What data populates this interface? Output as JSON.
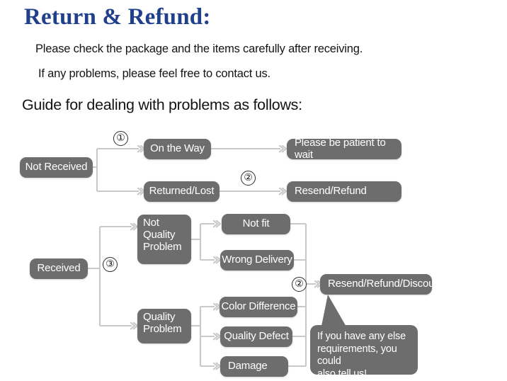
{
  "header": {
    "title": "Return & Refund:",
    "title_color": "#21408c",
    "line1": "Please check the package and the items carefully after receiving.",
    "line2": "If any problems, please feel free to contact us.",
    "guide": "Guide for dealing with problems as follows:"
  },
  "theme": {
    "node_fill": "#6d6d6d",
    "node_text": "#ffffff",
    "connector": "#c9c9c9",
    "page_bg": "#ffffff"
  },
  "flow": {
    "nodes": {
      "not_received": "Not Received",
      "on_the_way": "On the Way",
      "returned_lost": "Returned/Lost",
      "please_wait": "Please be patient to wait",
      "resend_refund": "Resend/Refund",
      "received": "Received",
      "not_quality_problem_l1": "Not",
      "not_quality_problem_l2": "Quality",
      "not_quality_problem_l3": "Problem",
      "quality_problem_l1": "Quality",
      "quality_problem_l2": "Problem",
      "not_fit": "Not fit",
      "wrong_delivery": "Wrong Delivery",
      "color_difference": "Color Difference",
      "quality_defect": "Quality Defect",
      "damage": "Damage",
      "resend_refund_discount": "Resend/Refund/Discount"
    },
    "markers": {
      "m1": "①",
      "m2_top": "②",
      "m3": "③",
      "m2_bottom": "②"
    },
    "bubble": {
      "line1": "If you have any else",
      "line2": "requirements, you could",
      "line3": "also tell us!"
    }
  }
}
